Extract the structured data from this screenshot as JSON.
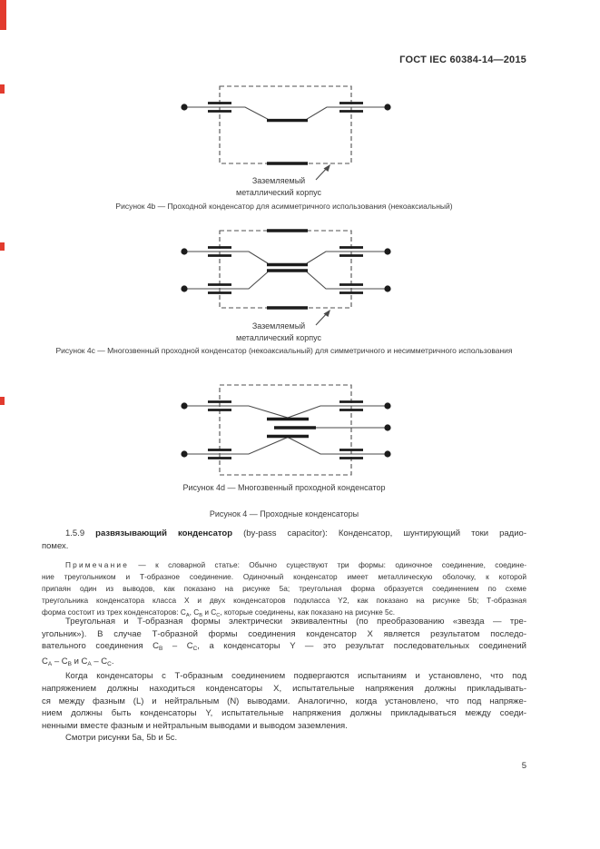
{
  "header": {
    "title": "ГОСТ IEC 60384-14—2015"
  },
  "figures": {
    "ground_label_line1": "Заземляемый",
    "ground_label_line2": "металлический корпус",
    "caption_4b": "Рисунок 4b — Проходной конденсатор для асимметричного использования (некоаксиальный)",
    "caption_4c": "Рисунок 4c — Многозвенный проходной конденсатор (некоаксиальный) для симметричного и несимметричного использования",
    "caption_4d": "Рисунок 4d — Многозвенный проходной конденсатор",
    "caption_4": "Рисунок 4 — Проходные конденсаторы"
  },
  "term": {
    "number": "1.5.9 ",
    "bold": "развязывающий конденсатор",
    "line1_rest": " (by-pass capacitor): Конденсатор, шунтирующий токи радио-",
    "line2": "помех."
  },
  "note": {
    "label": "Примечание",
    "l1_rest": " — к словарной статье: Обычно существуют три формы: одиночное соединение, соедине-",
    "l2": "ние треугольником и Т-образное соединение. Одиночный конденсатор имеет металлическую оболочку, к которой",
    "l3": "припаян один из выводов, как показано на рисунке 5a; треугольная форма образуется соединением по схеме",
    "l4": "треугольника конденсатора класса X и двух конденсаторов подкласса Y2, как показано на рисунке 5b; Т-образная",
    "l5": {
      "t1": "форма состоит из трех конденсаторов: C",
      "s1": "A",
      "t2": ", C",
      "s2": "B",
      "t3": " и C",
      "s3": "C",
      "t4": ", которые соединены, как показано на рисунке 5c."
    }
  },
  "para2": {
    "l1": "Треугольная и Т-образная формы электрически эквивалентны (по преобразованию «звезда — тре-",
    "l2": "угольник»). В случае Т-образной формы соединения конденсатор X является результатом последо-",
    "l3": {
      "t1": "вательного соединения C",
      "s1": "B",
      "t2": " – C",
      "s2": "C",
      "t3": ", а конденсаторы Y — это результат последовательных соединений"
    },
    "l4": {
      "t1": "C",
      "s1": "A",
      "t2": " – C",
      "s2": "B",
      "t3": " и C",
      "s3": "A",
      "t4": " – C",
      "s4": "C",
      "t5": "."
    }
  },
  "para3": {
    "l1": "Когда конденсаторы с Т-образным соединением подвергаются испытаниям и установлено, что под",
    "l2": "напряжением должны находиться конденсаторы X, испытательные напряжения должны прикладывать-",
    "l3": "ся между фазным (L) и нейтральным (N) выводами. Аналогично, когда установлено, что под напряже-",
    "l4": "нием должны быть конденсаторы Y, испытательные напряжения должны прикладываться между соеди-",
    "l5": "ненными вместе фазным и нейтральным выводами и выводом заземления."
  },
  "para4": {
    "l1": "Смотри рисунки 5a, 5b и 5c."
  },
  "footer": {
    "page_number": "5"
  },
  "colors": {
    "edge_mark": "#e23b2e",
    "text": "#343434",
    "diagram_line": "#4a4a4a"
  }
}
